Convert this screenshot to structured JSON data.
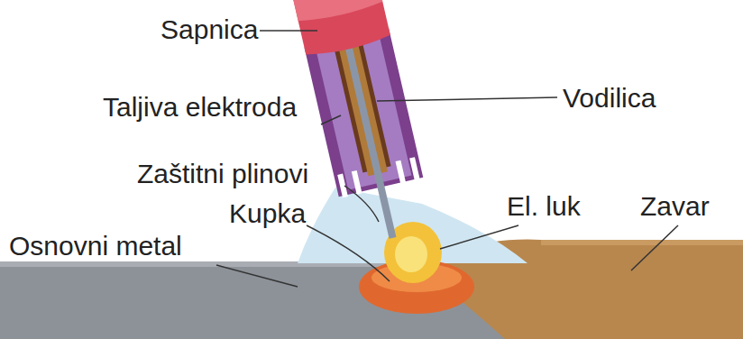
{
  "diagram": {
    "labels": [
      "Sapnica",
      "Vodilica",
      "Taljiva elektroda",
      "Zaštitni plinovi",
      "El. luk",
      "Zavar",
      "Kupka",
      "Osnovni metal"
    ]
  }
}
